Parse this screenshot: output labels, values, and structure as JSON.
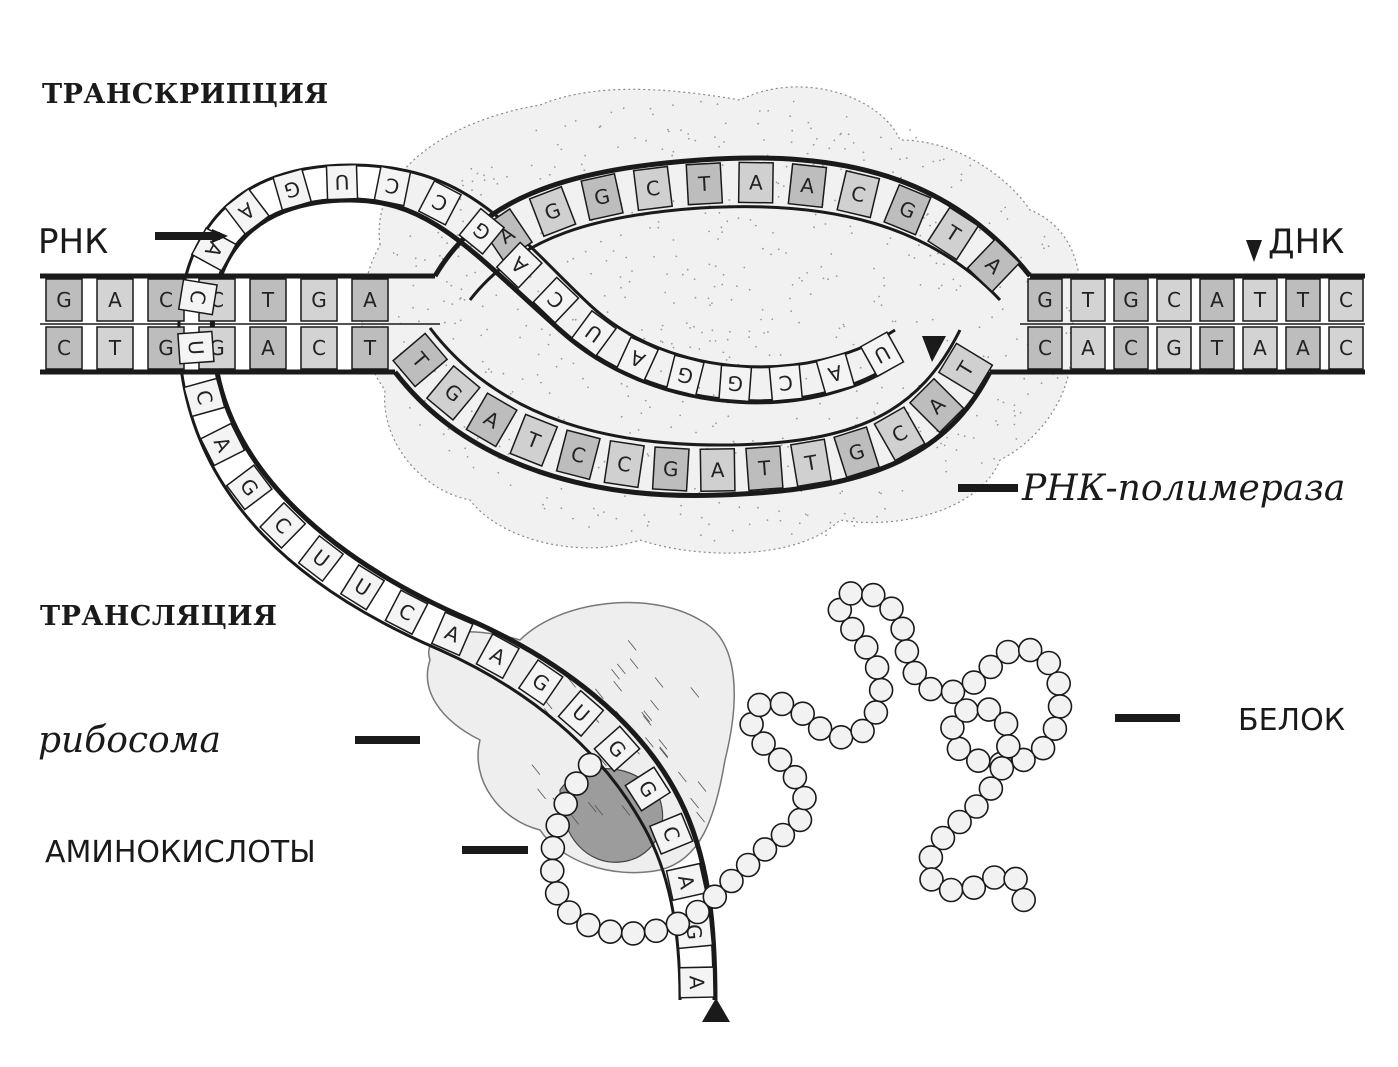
{
  "labels": {
    "transcription": "ТРАНСКРИПЦИЯ",
    "translation": "ТРАНСЛЯЦИЯ",
    "rna": "РНК",
    "dna": "ДНК",
    "rna_polymerase": "РНК-полимераза",
    "ribosome": "рибосома",
    "amino_acids": "АМИНОКИСЛОТЫ",
    "protein": "БЕЛОК"
  },
  "dna": {
    "top_left": [
      "G",
      "A",
      "C",
      "C",
      "T",
      "G",
      "A"
    ],
    "bottom_left": [
      "C",
      "T",
      "G",
      "G",
      "A",
      "C",
      "T"
    ],
    "top_right": [
      "G",
      "T",
      "G",
      "C",
      "A",
      "T",
      "T",
      "C"
    ],
    "bottom_right": [
      "C",
      "A",
      "C",
      "G",
      "T",
      "A",
      "A",
      "C"
    ],
    "upper_loop": [
      "A",
      "G",
      "G",
      "C",
      "T",
      "A",
      "A",
      "C",
      "G",
      "T",
      "A"
    ],
    "lower_loop_template": [
      "T",
      "G",
      "A",
      "T",
      "C",
      "C",
      "G",
      "A",
      "T",
      "T",
      "G",
      "C",
      "A",
      "T"
    ]
  },
  "rna": {
    "nascent": [
      "U",
      "A",
      "C",
      "G",
      "G",
      "A",
      "U",
      "C",
      "A",
      "G"
    ],
    "upper_arc": [
      "C",
      "C",
      "U",
      "G",
      "A",
      "A",
      "C"
    ],
    "messenger": [
      "U",
      "C",
      "A",
      "G",
      "C",
      "U",
      "U",
      "C",
      "A",
      "A",
      "G",
      "U",
      "G",
      "G",
      "C",
      "A",
      "G",
      "A"
    ]
  },
  "colors": {
    "ink": "#1a1a1a",
    "shaded_base": "#bdbdbd",
    "rna_base": "#f4f4f4",
    "blob_stipple": "#9a9a9a",
    "bead": "#f2f2f2"
  }
}
